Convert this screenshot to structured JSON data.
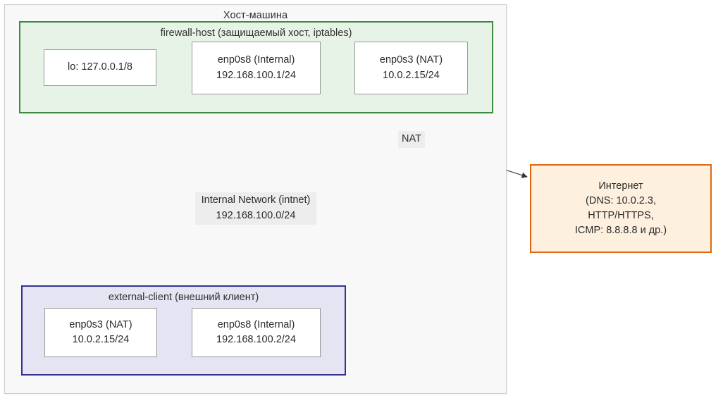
{
  "diagram": {
    "type": "network-topology",
    "containers": {
      "host_machine": {
        "title": "Хост-машина"
      },
      "firewall_host": {
        "title": "firewall-host (защищаемый хост, iptables)",
        "interfaces": [
          {
            "name": "lo: 127.0.0.1/8",
            "address": ""
          },
          {
            "name": "enp0s8 (Internal)",
            "address": "192.168.100.1/24"
          },
          {
            "name": "enp0s3 (NAT)",
            "address": "10.0.2.15/24"
          }
        ]
      },
      "external_client": {
        "title": "external-client (внешний клиент)",
        "interfaces": [
          {
            "name": "enp0s3 (NAT)",
            "address": "10.0.2.15/24"
          },
          {
            "name": "enp0s8 (Internal)",
            "address": "192.168.100.2/24"
          }
        ]
      }
    },
    "internet": {
      "lines": [
        "Интернет",
        "(DNS: 10.0.2.3,",
        "HTTP/HTTPS,",
        "ICMP: 8.8.8.8 и др.)"
      ]
    },
    "edges": [
      {
        "id": "internal-network",
        "label_lines": [
          "Internal Network (intnet)",
          "192.168.100.0/24"
        ]
      },
      {
        "id": "nat",
        "label_lines": [
          "NAT"
        ]
      }
    ],
    "colors": {
      "firewall_border": "#3b8c3e",
      "firewall_fill": "#e8f3e7",
      "client_border": "#33338e",
      "client_fill": "#e4e4f2",
      "internet_border": "#e0670f",
      "internet_fill": "#fdf0df",
      "host_border": "#cfcfcf",
      "host_fill": "#f8f8f8",
      "edge_stroke": "#8c8c8c",
      "nat_stroke": "#555555"
    }
  }
}
